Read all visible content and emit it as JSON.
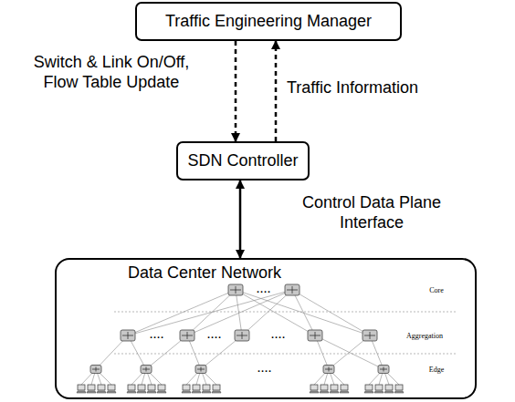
{
  "diagram": {
    "nodes": [
      {
        "text": [
          "Traffic Engineering Manager"
        ]
      },
      {
        "text": [
          "SDN Controller"
        ]
      },
      {
        "text": [
          "Data Center Network"
        ]
      }
    ],
    "edges": [
      {
        "from": 0,
        "to": 1,
        "arrow": "to",
        "label": "Switch & Link On/Off, Flow Table Update"
      },
      {
        "from": 1,
        "to": 0,
        "arrow": "to",
        "label": "Traffic Information"
      },
      {
        "from": 1,
        "to": 2,
        "arrow": "both",
        "label": "Control Data Plane Interface"
      }
    ],
    "labels": [
      "Core",
      "Aggregation",
      "Edge",
      "....",
      "....",
      "....",
      "....",
      "...."
    ]
  }
}
